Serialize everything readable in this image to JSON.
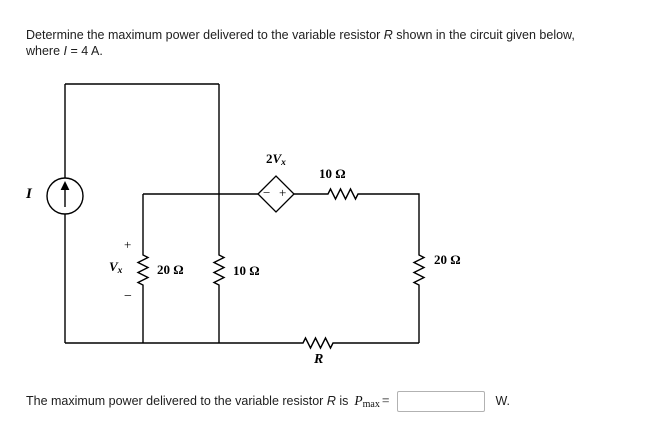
{
  "problem": {
    "line1_before": "Determine the maximum power delivered to the variable resistor ",
    "line1_var": "R",
    "line1_after": " shown in the circuit given below,",
    "line2_before": "where ",
    "line2_var": "I",
    "line2_after": " = 4 A."
  },
  "circuit": {
    "source_label": "I",
    "dependent_source": {
      "coefficient": "2",
      "variable": "V",
      "subscript": "x",
      "minus_sign": "−",
      "plus_sign": "+"
    },
    "vx_annotation": {
      "plus": "+",
      "variable": "V",
      "subscript": "x",
      "minus": "−"
    },
    "resistor_labels": {
      "top": "10 Ω",
      "left": "20 Ω",
      "middle": "10 Ω",
      "right": "20 Ω",
      "bottom": "R"
    },
    "colors": {
      "wire": "#000000",
      "background": "#ffffff"
    }
  },
  "answer": {
    "prefix": "The maximum power delivered to the variable resistor ",
    "var": "R",
    "is_text": " is",
    "symbol": "P",
    "symbol_sub": "max",
    "equals": "=",
    "input_value": "",
    "unit": "W."
  }
}
